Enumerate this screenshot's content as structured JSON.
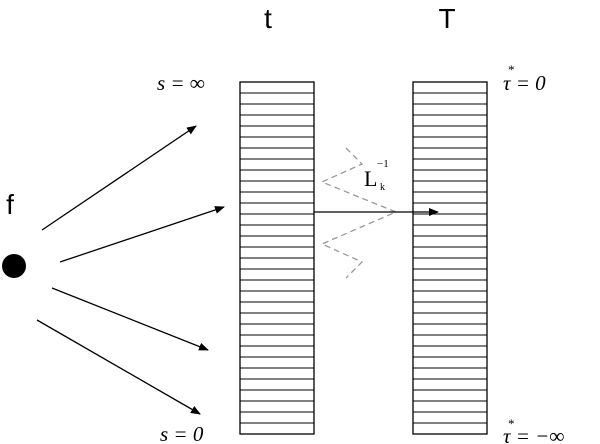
{
  "labels": {
    "source": "f",
    "column_left": "t",
    "column_right": "T",
    "left_top": "s = ∞",
    "left_bottom": "s = 0",
    "right_top": "τ = 0",
    "right_bottom": "τ = −∞",
    "operator_main": "L",
    "operator_sup": "−1",
    "operator_sub": "k"
  }
}
